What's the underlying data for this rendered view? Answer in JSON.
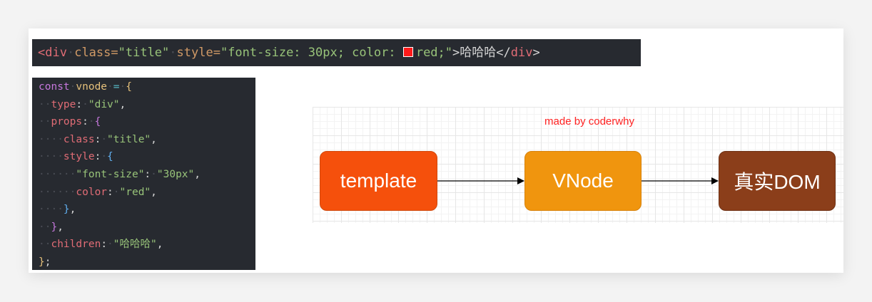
{
  "html_snippet": {
    "open_tag": "<div",
    "class_attr": "class=",
    "class_value": "\"title\"",
    "style_attr": "style=",
    "style_value_a": "\"font-size: 30px; color: ",
    "style_value_b": "red;\"",
    "text": ">哈哈哈</",
    "close_tag": "div",
    "end": ">"
  },
  "vnode_code": {
    "l1_kw": "const",
    "l1_id": "vnode",
    "l1_op": "=",
    "l1_br": "{",
    "l2_key": "type",
    "l2_val": "\"div\"",
    "l3_key": "props",
    "l3_br": "{",
    "l4_key": "class",
    "l4_val": "\"title\"",
    "l5_key": "style",
    "l5_br": "{",
    "l6_key": "\"font-size\"",
    "l6_val": "\"30px\"",
    "l7_key": "color",
    "l7_val": "\"red\"",
    "l8_br": "}",
    "l9_br": "}",
    "l10_key": "children",
    "l10_val": "\"哈哈哈\"",
    "l11_br": "}"
  },
  "diagram": {
    "credit": "made by coderwhy",
    "nodes": [
      "template",
      "VNode",
      "真实DOM"
    ]
  },
  "colors": {
    "template_box": "#f5500c",
    "vnode_box": "#f0950e",
    "dom_box": "#8b3e1a",
    "credit_text": "#ff2222",
    "code_bg": "#272a30"
  }
}
